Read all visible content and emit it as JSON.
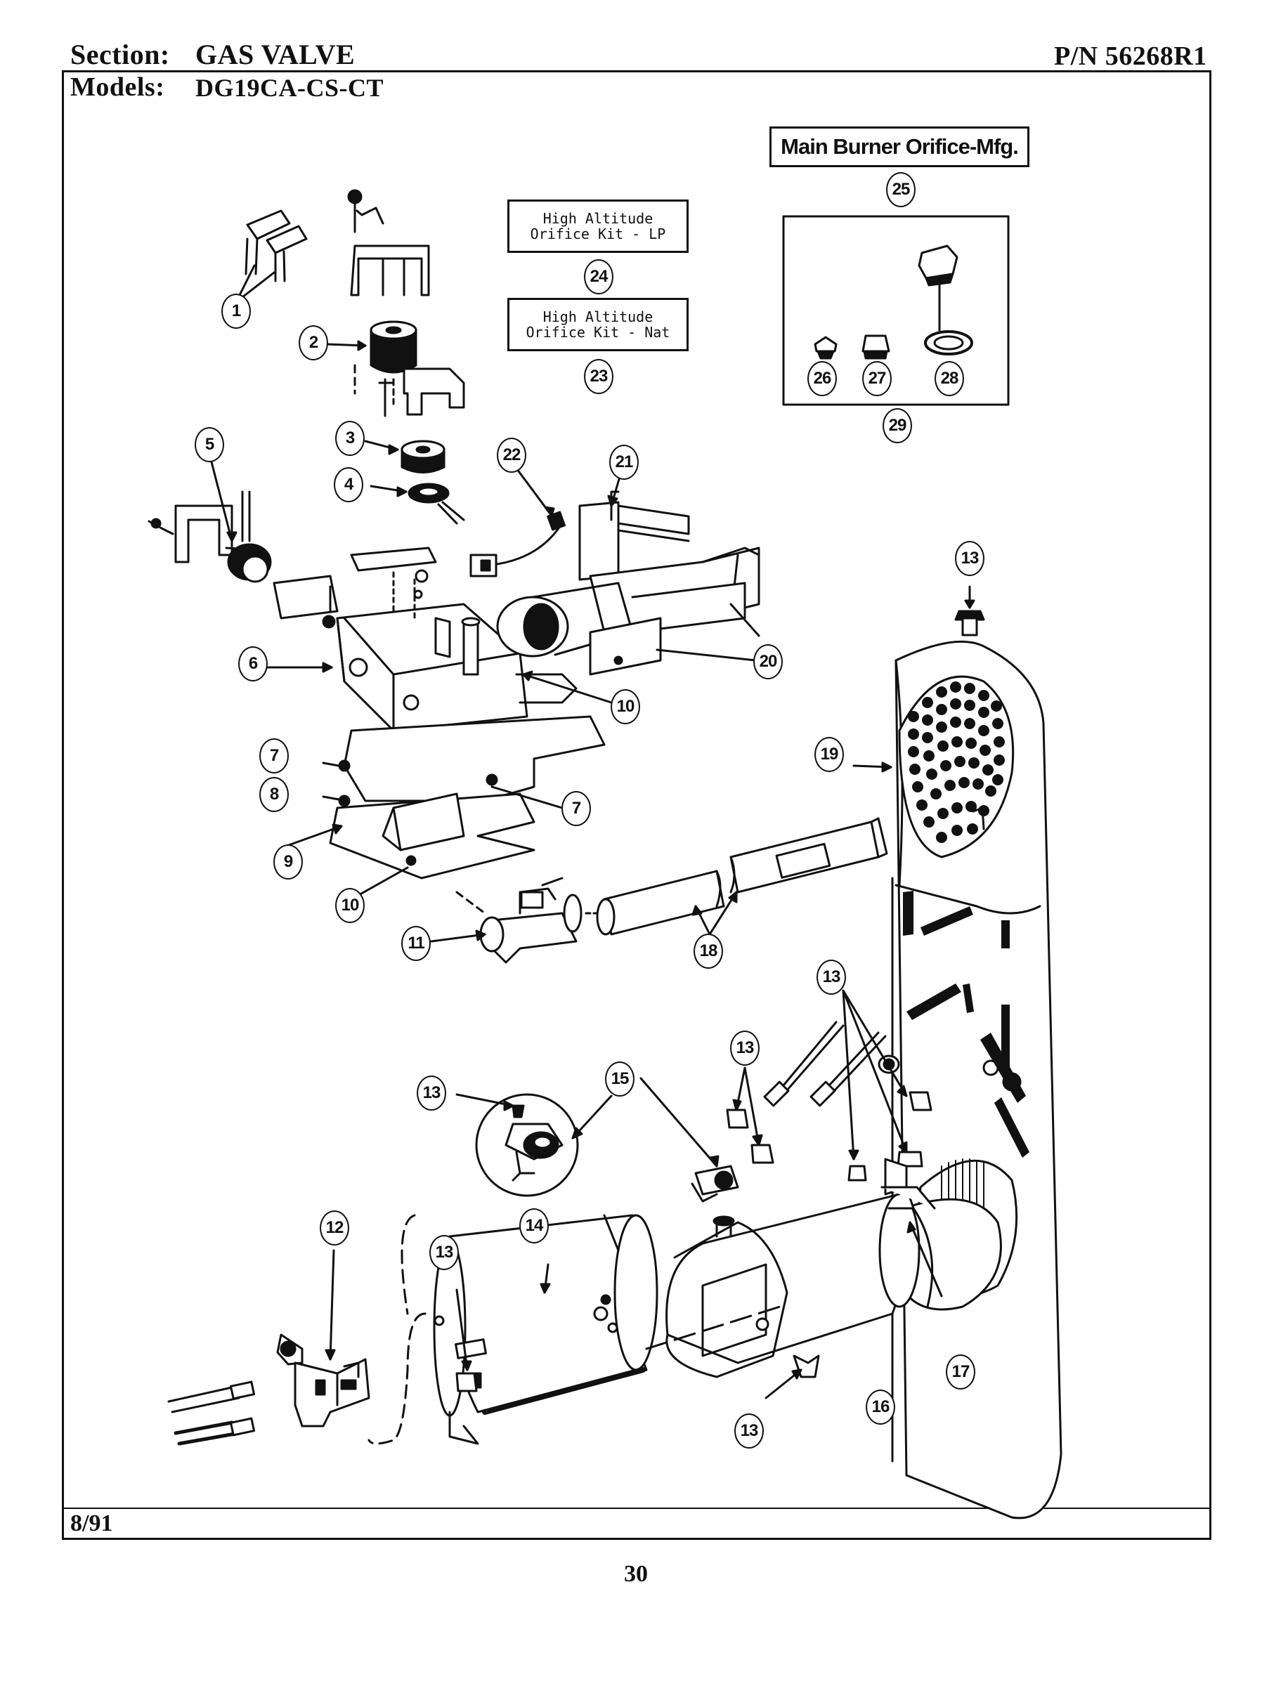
{
  "header": {
    "section_label": "Section:",
    "section_value": "GAS VALVE",
    "models_label": "Models:",
    "models_value": "DG19CA-CS-CT",
    "part_number": "P/N 56268R1"
  },
  "boxes": {
    "main_burner": "Main Burner Orifice-Mfg.",
    "kit_lp": "High Altitude\nOrifice Kit - LP",
    "kit_nat": "High Altitude\nOrifice Kit - Nat"
  },
  "callouts": [
    "1",
    "2",
    "3",
    "4",
    "5",
    "6",
    "7",
    "7",
    "8",
    "9",
    "10",
    "10",
    "11",
    "12",
    "13",
    "13",
    "13",
    "13",
    "13",
    "13",
    "13",
    "14",
    "15",
    "16",
    "17",
    "18",
    "19",
    "20",
    "21",
    "22",
    "23",
    "24",
    "25",
    "26",
    "27",
    "28",
    "29"
  ],
  "footer": {
    "date": "8/91",
    "page_number": "30"
  }
}
